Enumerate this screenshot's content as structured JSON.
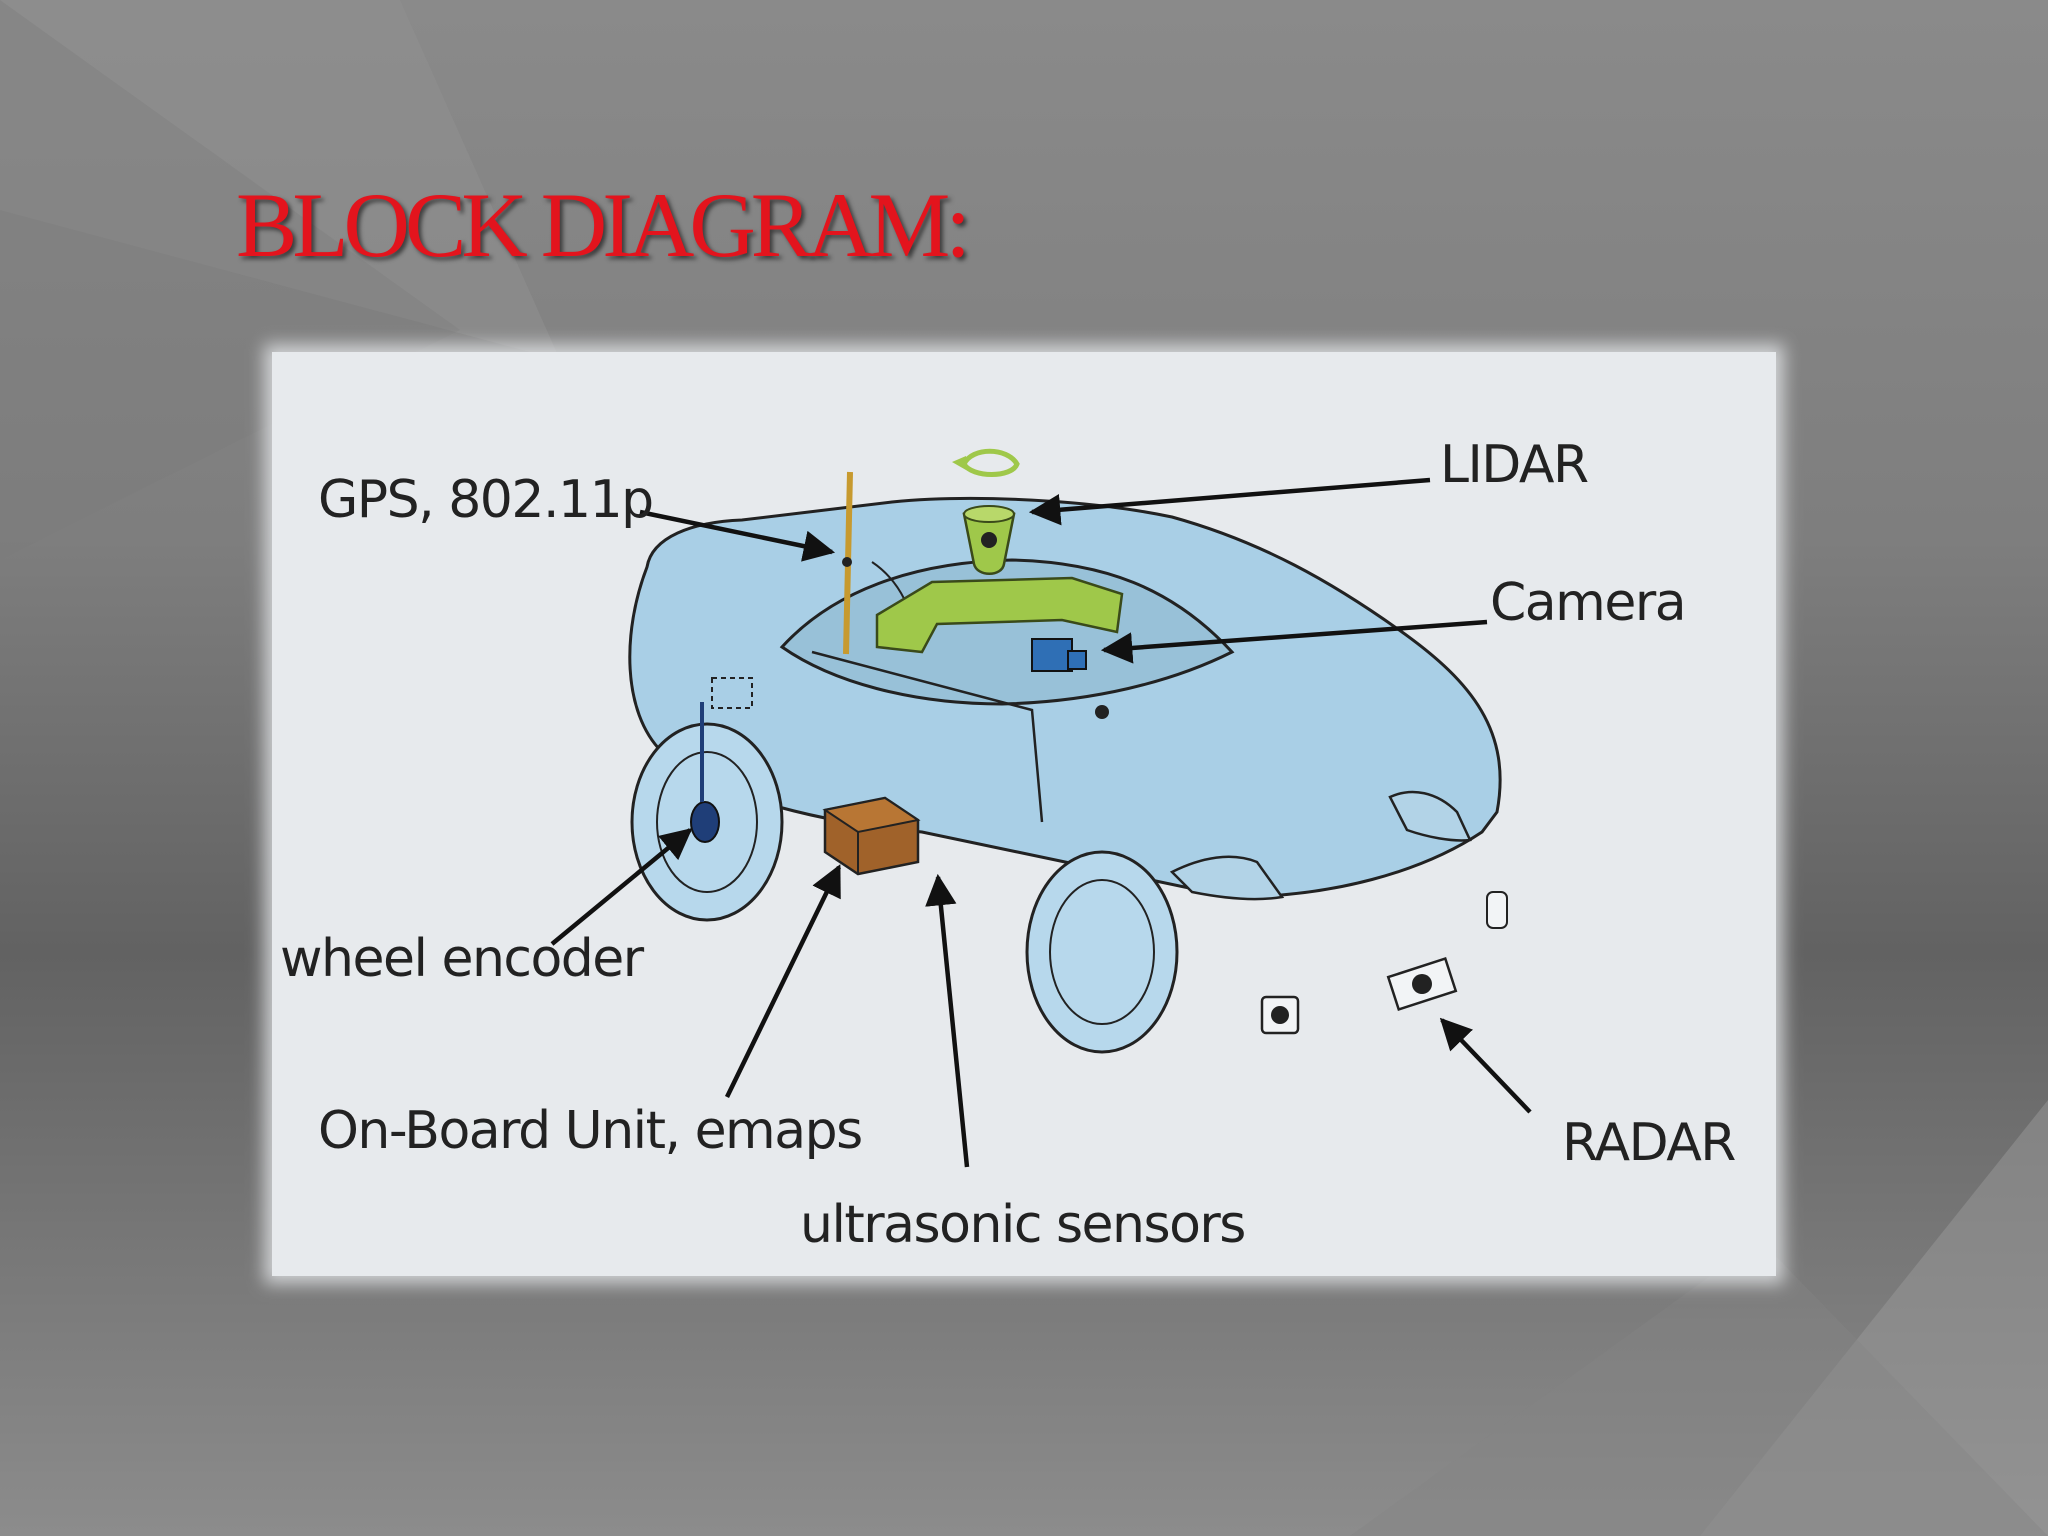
{
  "slide": {
    "title": "BLOCK DIAGRAM:",
    "title_color": "#e3141d",
    "background_color": "#808080"
  },
  "diagram": {
    "labels": {
      "gps": "GPS, 802.11p",
      "lidar": "LIDAR",
      "camera": "Camera",
      "wheel_encoder": "wheel encoder",
      "onboard_unit": "On-Board Unit, emaps",
      "ultrasonic": "ultrasonic sensors",
      "radar": "RADAR"
    },
    "colors": {
      "car_body": "#a9cfe6",
      "roof_rack": "#9fc84a",
      "onboard_box": "#a0622a",
      "camera": "#2f6fb5",
      "panel": "#e7eaed"
    }
  }
}
